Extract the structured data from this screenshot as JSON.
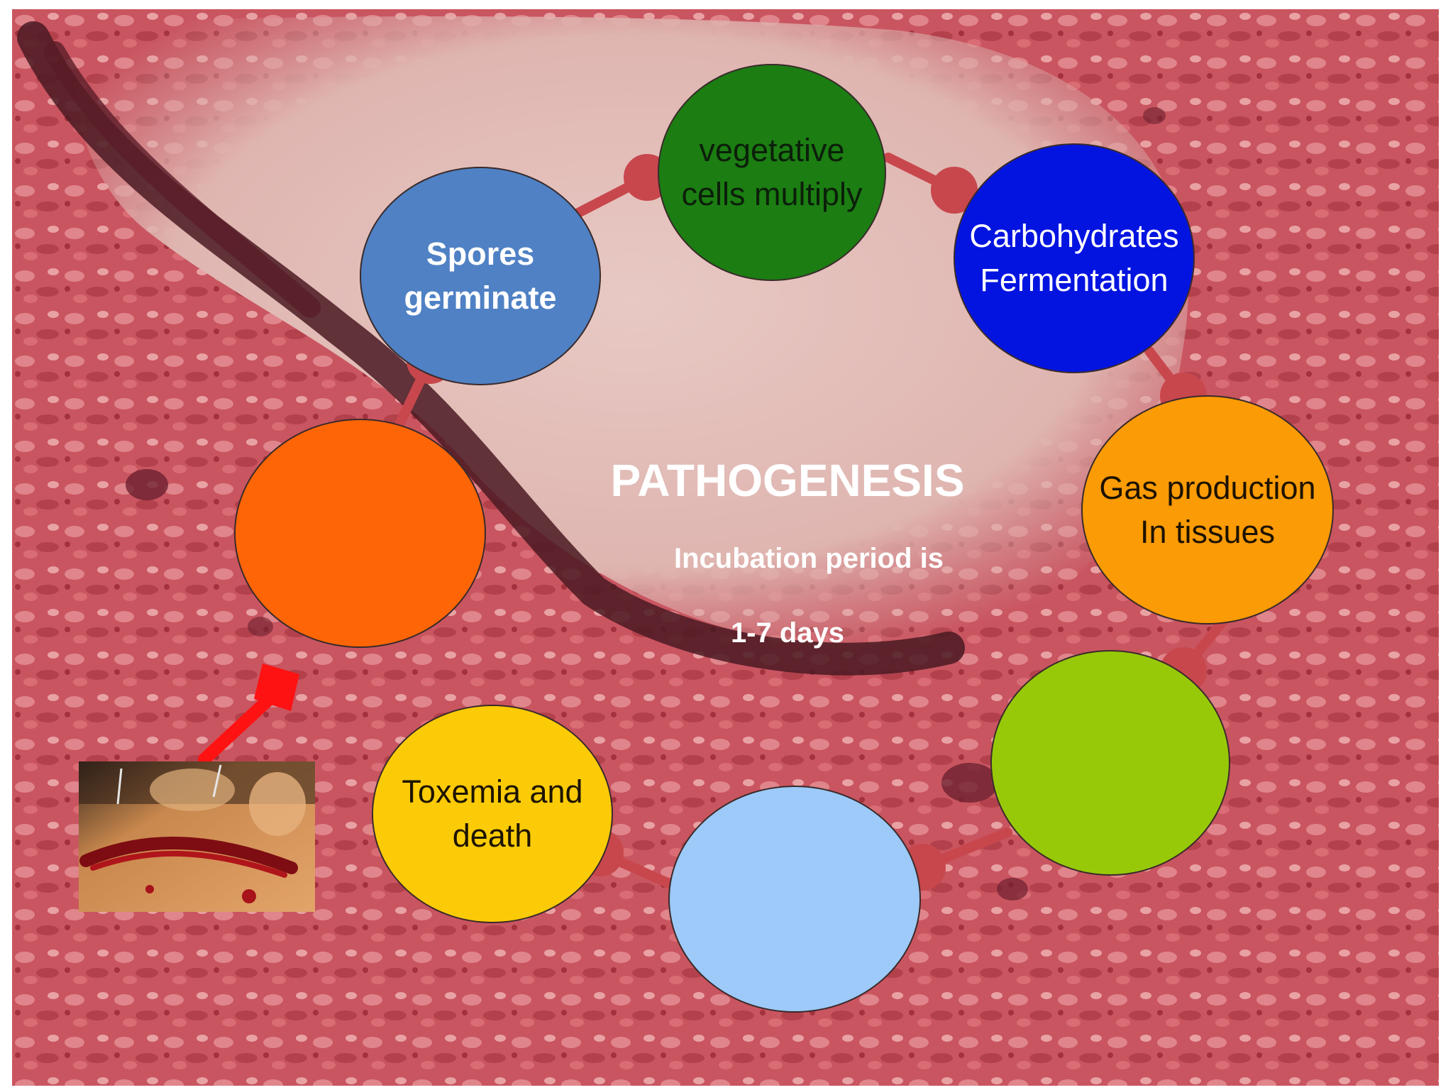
{
  "title": "PATHOGENESIS",
  "incubation_label": "Incubation period is",
  "incubation_value": "1-7 days",
  "stages": {
    "spores": "Spores\ngerminate",
    "vegetative": "vegetative\ncells multiply",
    "carbohydrates": "Carbohydrates\nFermentation",
    "gas": "Gas production\nIn tissues",
    "toxemia": "Toxemia and\ndeath"
  },
  "colors": {
    "spores": "#4f81c4",
    "vegetative": "#1b7d12",
    "carbohydrates": "#0414e0",
    "gas": "#fb9b05",
    "green_stage": "#98c908",
    "light_blue_stage": "#9dcaf8",
    "toxemia": "#fccb07",
    "orange_stage": "#fe6506",
    "connector": "#c8474d",
    "arrow": "#ff1212",
    "tissue_background": "#c9545c"
  },
  "icons": {
    "background": "histology-tissue-image",
    "photo": "wound-photo",
    "pointer": "red-arrow-icon"
  }
}
